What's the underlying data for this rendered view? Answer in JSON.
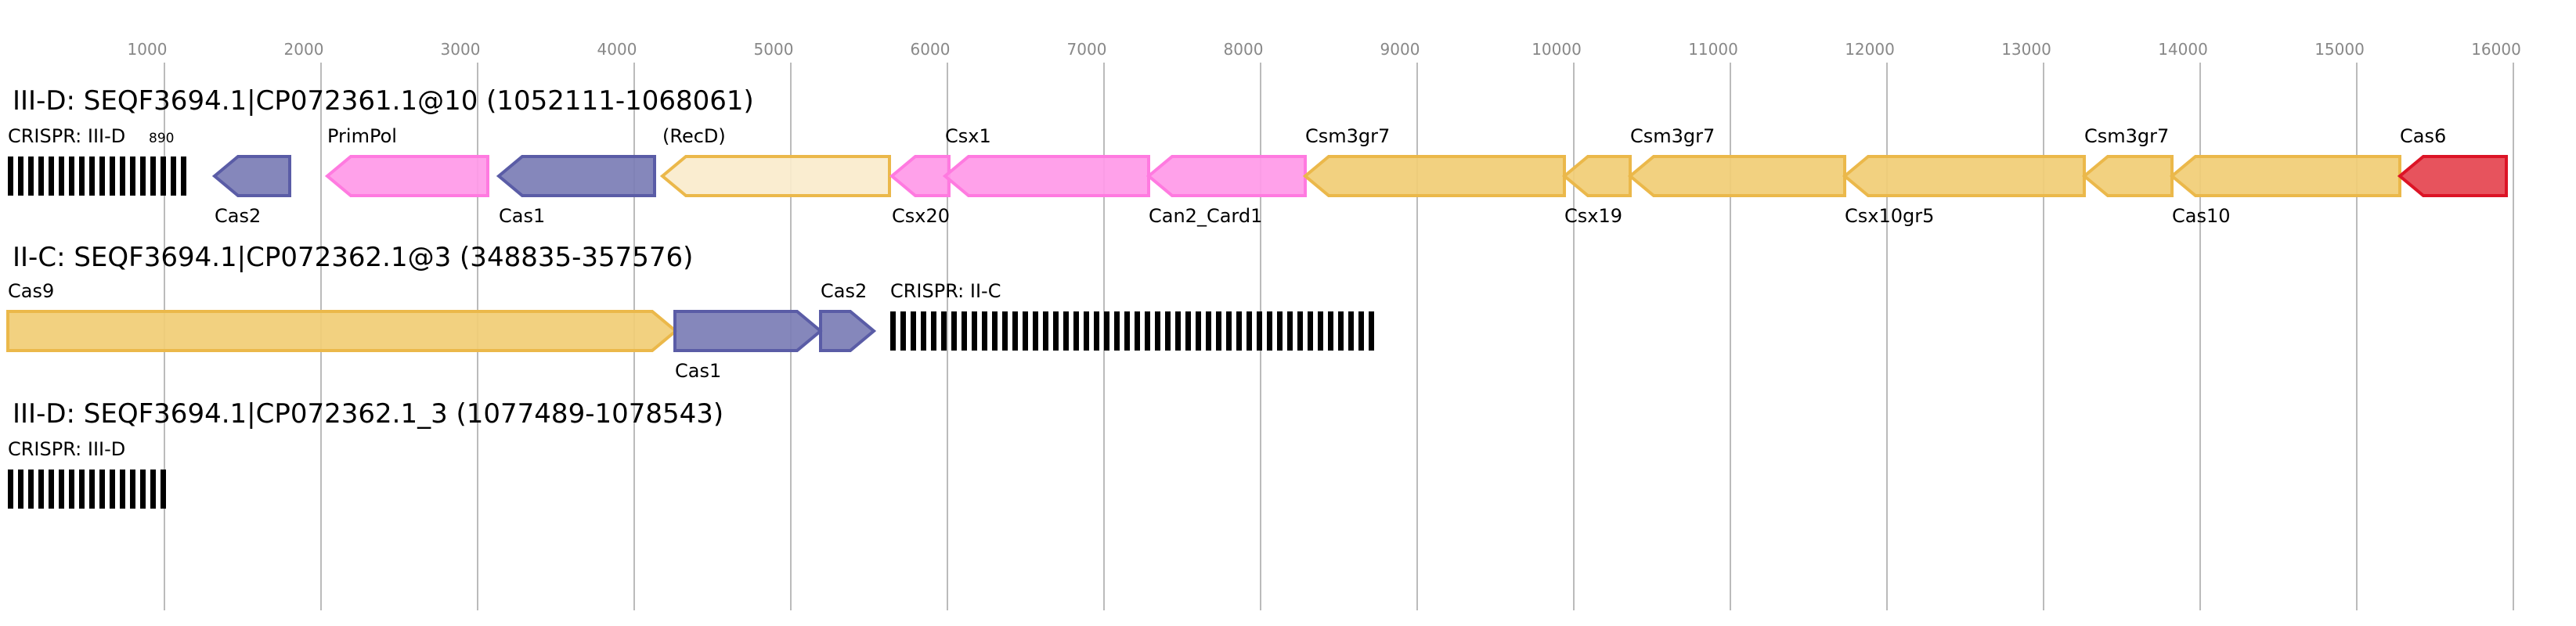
{
  "axis": {
    "ticks": [
      1000,
      2000,
      3000,
      4000,
      5000,
      6000,
      7000,
      8000,
      9000,
      10000,
      11000,
      12000,
      13000,
      14000,
      15000,
      16000
    ],
    "grid_color": "#bbbbbb"
  },
  "colors": {
    "adaptation": {
      "fill": "#7b7db5",
      "stroke": "#5a5ca6"
    },
    "accessory": {
      "fill": "#ff99e8",
      "stroke": "#ff7ae0"
    },
    "effector": {
      "fill": "#f1cd75",
      "stroke": "#ebb84a"
    },
    "effector_light": {
      "fill": "#faebcc",
      "stroke": "#ebb84a"
    },
    "processing": {
      "fill": "#e5444f",
      "stroke": "#dc1426"
    }
  },
  "tracks": [
    {
      "title": "III-D: SEQF3694.1|CP072361.1@10 (1052111-1068061)",
      "crispr": [
        {
          "label": "CRISPR: III-D",
          "count_label": "890",
          "start": 0,
          "end": 1130
        }
      ],
      "genes": [
        {
          "name": "Cas2",
          "start": 1320,
          "end": 1800,
          "strand": "-",
          "color": "adaptation",
          "label_pos": "below"
        },
        {
          "name": "PrimPol",
          "start": 2040,
          "end": 3065,
          "strand": "-",
          "color": "accessory",
          "label_pos": "above"
        },
        {
          "name": "Cas1",
          "start": 3135,
          "end": 4130,
          "strand": "-",
          "color": "adaptation",
          "label_pos": "below"
        },
        {
          "name": "(RecD)",
          "start": 4180,
          "end": 5630,
          "strand": "-",
          "color": "effector_light",
          "label_pos": "above"
        },
        {
          "name": "Csx20",
          "start": 5645,
          "end": 6010,
          "strand": "-",
          "color": "accessory",
          "label_pos": "below"
        },
        {
          "name": "Csx1",
          "start": 5985,
          "end": 7285,
          "strand": "-",
          "color": "accessory",
          "label_pos": "above"
        },
        {
          "name": "Can2_Card1",
          "start": 7285,
          "end": 8285,
          "strand": "-",
          "color": "accessory",
          "label_pos": "below"
        },
        {
          "name": "Csm3gr7",
          "start": 8285,
          "end": 9940,
          "strand": "-",
          "color": "effector",
          "label_pos": "above"
        },
        {
          "name": "Csx19",
          "start": 9940,
          "end": 10360,
          "strand": "-",
          "color": "effector",
          "label_pos": "below"
        },
        {
          "name": "Csm3gr7",
          "start": 10360,
          "end": 11730,
          "strand": "-",
          "color": "effector",
          "label_pos": "above"
        },
        {
          "name": "Csx10gr5",
          "start": 11730,
          "end": 13260,
          "strand": "-",
          "color": "effector",
          "label_pos": "below"
        },
        {
          "name": "Csm3gr7",
          "start": 13260,
          "end": 13820,
          "strand": "-",
          "color": "effector",
          "label_pos": "above"
        },
        {
          "name": "Cas10",
          "start": 13820,
          "end": 15275,
          "strand": "-",
          "color": "effector",
          "label_pos": "below"
        },
        {
          "name": "Cas6",
          "start": 15275,
          "end": 15955,
          "strand": "-",
          "color": "processing",
          "label_pos": "above"
        }
      ]
    },
    {
      "title": "II-C: SEQF3694.1|CP072362.1@3 (348835-357576)",
      "crispr": [
        {
          "label": "CRISPR: II-C",
          "start": 5635,
          "end": 8745
        }
      ],
      "genes": [
        {
          "name": "Cas9",
          "start": 0,
          "end": 4265,
          "strand": "+",
          "color": "effector",
          "label_pos": "above"
        },
        {
          "name": "Cas1",
          "start": 4260,
          "end": 5190,
          "strand": "+",
          "color": "adaptation",
          "label_pos": "below"
        },
        {
          "name": "Cas2",
          "start": 5190,
          "end": 5530,
          "strand": "+",
          "color": "adaptation",
          "label_pos": "above"
        }
      ]
    },
    {
      "title": "III-D: SEQF3694.1|CP072362.1_3 (1077489-1078543)",
      "crispr": [
        {
          "label": "CRISPR: III-D",
          "start": 0,
          "end": 1060
        }
      ],
      "genes": []
    }
  ]
}
